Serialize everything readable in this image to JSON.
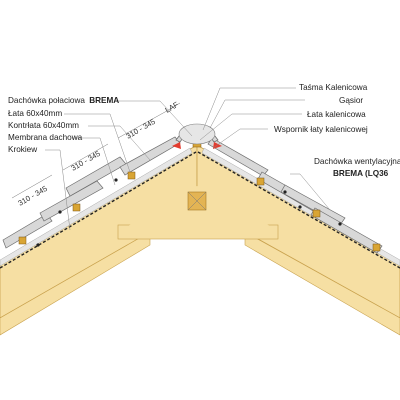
{
  "labels_left": {
    "tile_prefix": "Dachówka połaciowa",
    "tile_brand": "BREMA",
    "batten": "Łata 60x40mm",
    "counter_batten": "Kontrłata 60x40mm",
    "membrane": "Membrana dachowa",
    "rafter": "Krokiew"
  },
  "labels_right": {
    "ridge_tape": "Taśma Kalenicowa",
    "ridge_tile": "Gąsior",
    "ridge_batten": "Łata kalenicowa",
    "ridge_batten_holder": "Wspornik łaty kalenicowej",
    "vent_tile_line1": "Dachówka wentylacyjna",
    "vent_tile_line2": "BREMA (LQ36"
  },
  "dimensions": {
    "spacing_1": "310 - 345",
    "spacing_2": "310 - 345",
    "spacing_3": "310 - 345",
    "laf": "LAF"
  },
  "colors": {
    "wood": "#f6dfa3",
    "wood_edge": "#c9a24e",
    "tile": "#d8d8d8",
    "batten": "#d9a534",
    "ridge_tape": "#e33b2e"
  }
}
